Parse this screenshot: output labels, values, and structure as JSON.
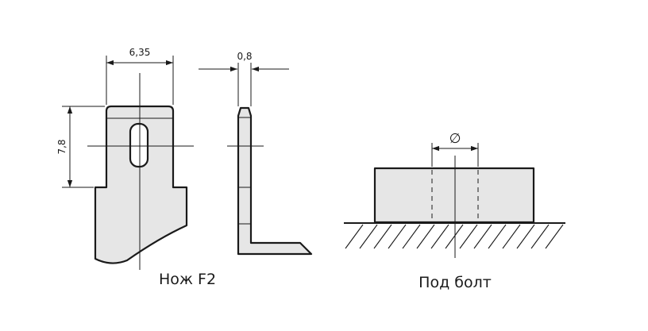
{
  "dimensions": {
    "width_f2": "6,35",
    "height_f2": "7,8",
    "thickness": "0,8",
    "bolt_diameter": "∅"
  },
  "captions": {
    "terminal_f2": "Нож F2",
    "bolt_terminal": "Под болт"
  }
}
